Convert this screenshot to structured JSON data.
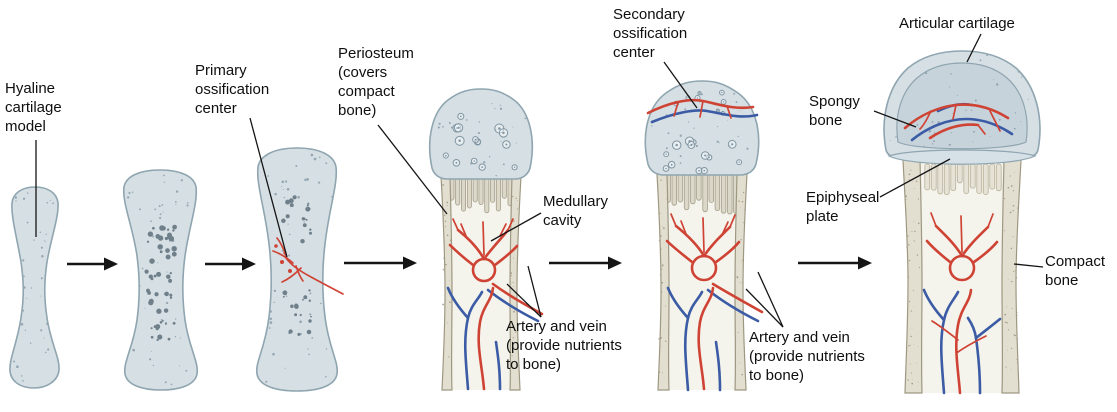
{
  "labels": {
    "hyaline_cartilage_model": "Hyaline cartilage model",
    "primary_ossification_center": "Primary ossification center",
    "periosteum": "Periosteum (covers compact bone)",
    "medullary_cavity": "Medullary cavity",
    "artery_vein_stage4": "Artery and vein (provide nutrients to bone)",
    "secondary_ossification_center": "Secondary ossification center",
    "artery_vein_stage5": "Artery and vein (provide nutrients to bone)",
    "articular_cartilage": "Articular cartilage",
    "spongy_bone": "Spongy bone",
    "epiphyseal_plate": "Epiphyseal plate",
    "compact_bone": "Compact bone"
  },
  "colors": {
    "cartilage": "#d6dfe4",
    "cartilage_stroke": "#8fa5b0",
    "spongy_fill": "#c7d3db",
    "plate_fill": "#d6e1e7",
    "bone_beige": "#e3dfd0",
    "bone_stroke": "#9e9882",
    "cavity": "#f4f3ec",
    "artery_red": "#cf4334",
    "vein_blue": "#3b5ba5",
    "ink": "#151515"
  },
  "icons": {
    "arrow_right": "filled right-pointing arrow between stages"
  }
}
